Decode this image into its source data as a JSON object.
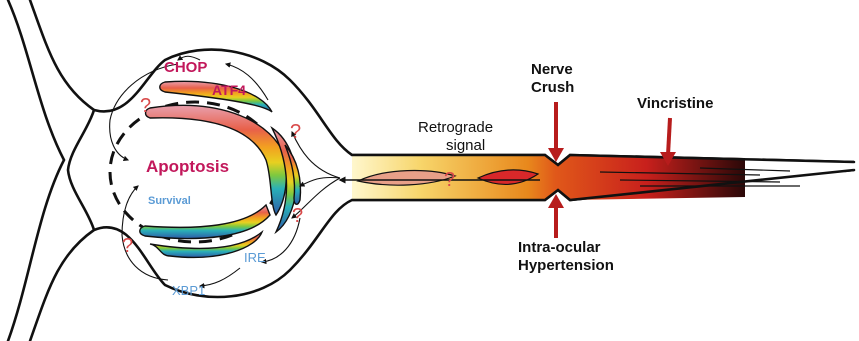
{
  "labels": {
    "chop": "CHOP",
    "atf4": "ATF4",
    "apoptosis": "Apoptosis",
    "survival": "Survival",
    "ire": "IRE",
    "xbp1": "XBP1",
    "retrograde_line1": "Retrograde",
    "retrograde_line2": "signal",
    "nerve_line1": "Nerve",
    "nerve_line2": "Crush",
    "vincristine": "Vincristine",
    "intraocular_line1": "Intra-ocular",
    "intraocular_line2": "Hypertension",
    "question_mark": "?"
  },
  "colors": {
    "pathway_magenta": "#c2185b",
    "survival_blue": "#5b9bd5",
    "injury_arrow_red": "#b71c1c",
    "question_red": "#d94a4a",
    "outline": "#111111"
  }
}
